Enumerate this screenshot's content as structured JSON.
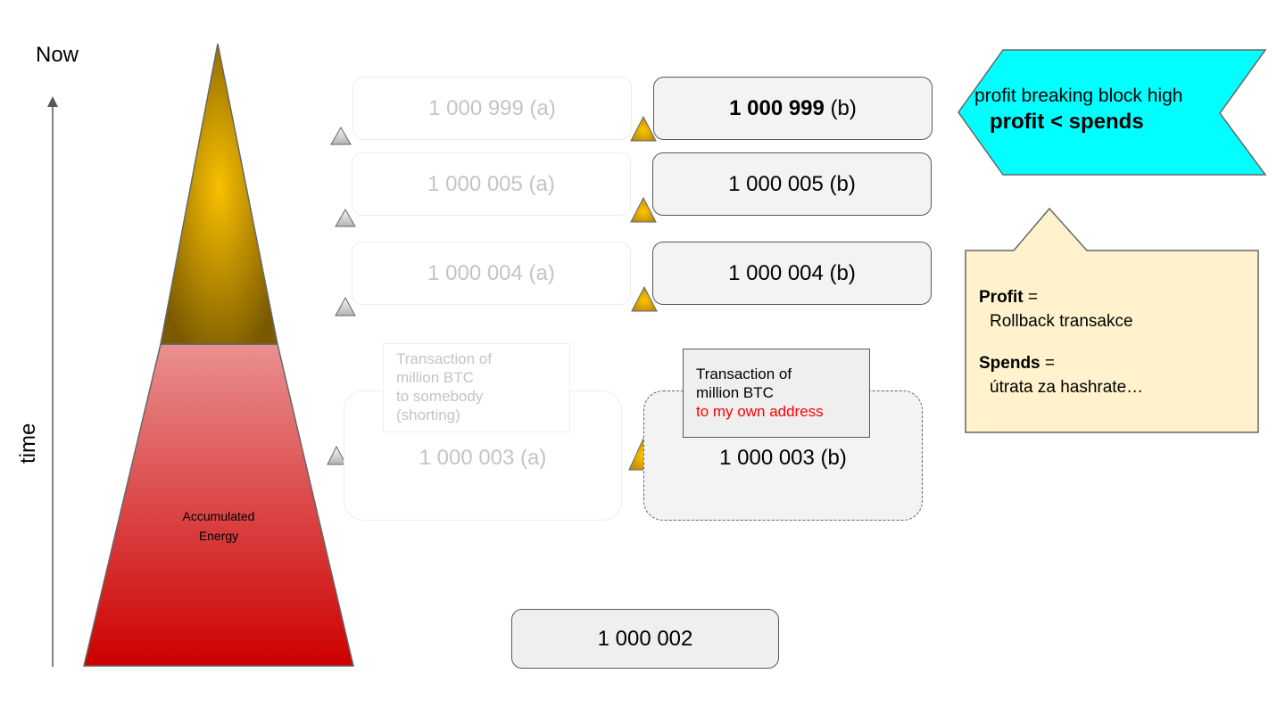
{
  "axis": {
    "top_label": "Now",
    "axis_label": "time"
  },
  "pyramid": {
    "label_line1": "Accumulated",
    "label_line2": "Energy",
    "colors": {
      "gold_center": "#f9bf00",
      "gold_edge": "#7a5a00",
      "red_top": "#ea9090",
      "red_bottom": "#cc0000"
    }
  },
  "chain_a": {
    "blocks": [
      {
        "label": "1 000 999 (a)"
      },
      {
        "label": "1 000 005 (a)"
      },
      {
        "label": "1 000 004 (a)"
      },
      {
        "label": "1 000 003 (a)"
      }
    ],
    "transaction_note": {
      "line1": "Transaction of",
      "line2": "million BTC",
      "line3": "to somebody",
      "line4": "(shorting)"
    }
  },
  "chain_b": {
    "blocks": [
      {
        "bold_part": "1 000 999",
        "rest": " (b)"
      },
      {
        "label": "1 000 005 (b)"
      },
      {
        "label": "1 000 004 (b)"
      },
      {
        "label": "1 000 003 (b)"
      }
    ],
    "transaction_note": {
      "line1": "Transaction of",
      "line2": "million BTC",
      "line3": "to my own address"
    }
  },
  "base_block": {
    "label": "1 000 002"
  },
  "banner": {
    "line1": "profit breaking block high",
    "line2": "profit < spends",
    "color": "#00ffff"
  },
  "callout": {
    "profit_term": "Profit",
    "profit_eq": " =",
    "profit_value": "Rollback transakce",
    "spends_term": "Spends",
    "spends_eq": " =",
    "spends_value": "útrata za hashrate…",
    "color": "#fff2cc"
  }
}
